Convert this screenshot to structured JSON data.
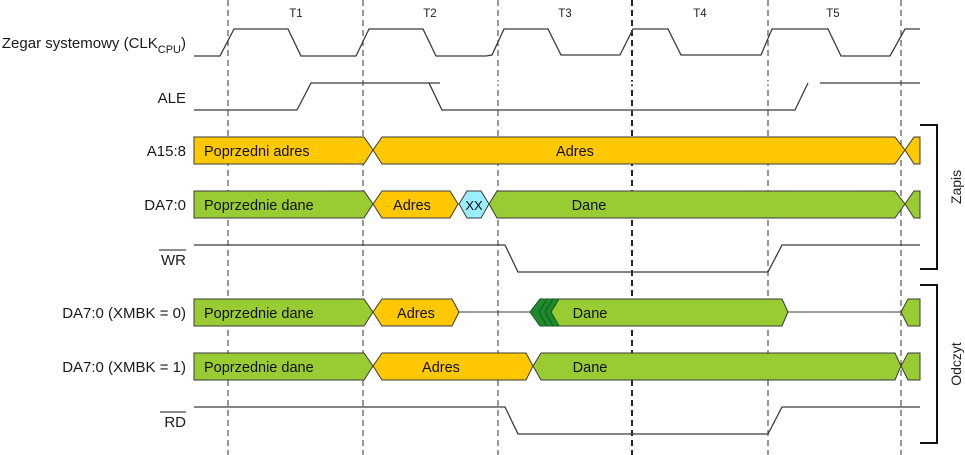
{
  "title": "Timing diagram: external memory write (Zapis) and read (Odczyt)",
  "colors": {
    "address": "#FFC800",
    "data": "#99CC33",
    "undefined": "#99EEFF",
    "transition": "#1E8A2E",
    "line": "#3a3a3a"
  },
  "cycles": [
    "T1",
    "T2",
    "T3",
    "T4",
    "T5"
  ],
  "signals": {
    "clk": {
      "label": "Zegar systemowy (CLK",
      "sub": "CPU",
      "close": ")"
    },
    "ale": {
      "label": "ALE"
    },
    "a15": {
      "label": "A15:8"
    },
    "da": {
      "label": "DA7:0"
    },
    "wr": {
      "label": "WR"
    },
    "xmbk0": {
      "label": "DA7:0 (XMBK = 0)"
    },
    "xmbk1": {
      "label": "DA7:0 (XMBK = 1)"
    },
    "rd": {
      "label": "RD"
    }
  },
  "bus_segments": {
    "a15": [
      {
        "text": "Poprzedni adres",
        "type": "address"
      },
      {
        "text": "Adres",
        "type": "address"
      }
    ],
    "da": [
      {
        "text": "Poprzednie dane",
        "type": "data"
      },
      {
        "text": "Adres",
        "type": "address"
      },
      {
        "text": "XX",
        "type": "undefined"
      },
      {
        "text": "Dane",
        "type": "data"
      }
    ],
    "xmbk0": [
      {
        "text": "Poprzednie dane",
        "type": "data"
      },
      {
        "text": "Adres",
        "type": "address"
      },
      {
        "text": "Dane",
        "type": "data"
      }
    ],
    "xmbk1": [
      {
        "text": "Poprzednie dane",
        "type": "data"
      },
      {
        "text": "Adres",
        "type": "address"
      },
      {
        "text": "Dane",
        "type": "data"
      }
    ]
  },
  "groups": {
    "write": "Zapis",
    "read": "Odczyt"
  }
}
